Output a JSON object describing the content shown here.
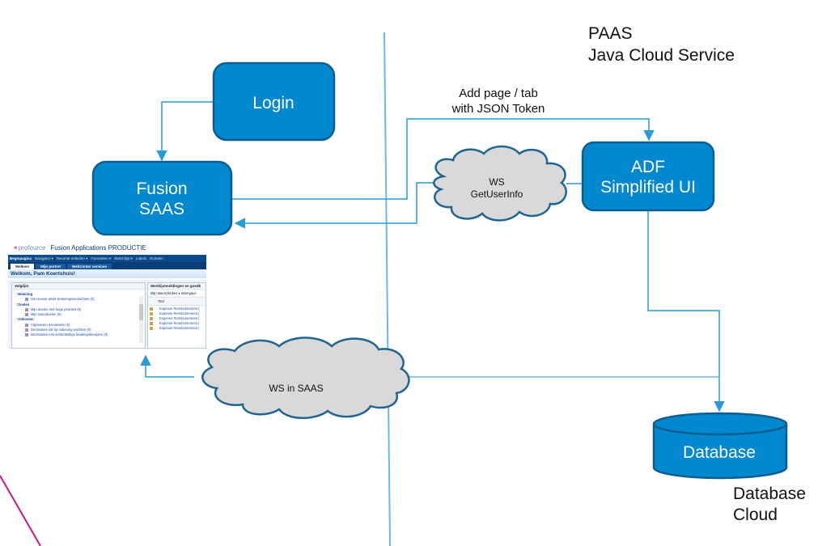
{
  "diagram": {
    "nodes": {
      "login": {
        "label": "Login"
      },
      "fusion_saas": {
        "line1": "Fusion",
        "line2": "SAAS"
      },
      "adf": {
        "line1": "ADF",
        "line2": "Simplified UI"
      },
      "database": {
        "label": "Database"
      }
    },
    "clouds": {
      "ws_getuserinfo": {
        "line1": "WS",
        "line2": "GetUserInfo"
      },
      "ws_in_saas": {
        "label": "WS in SAAS"
      }
    },
    "edge_labels": {
      "add_page": {
        "line1": "Add page / tab",
        "line2": "with JSON Token"
      }
    },
    "zone_labels": {
      "paas": {
        "line1": "PAAS",
        "line2": "Java Cloud Service"
      },
      "db_cloud": {
        "line1": "Database",
        "line2": "Cloud"
      }
    },
    "colors": {
      "node_fill": "#0288CE",
      "node_border": "#0C5E8F",
      "connector": "#2A9AD6",
      "cloud_fill": "#D9D9D9",
      "cloud_border": "#1F6591",
      "accent_line": "#C8198C"
    }
  },
  "fusion_screenshot": {
    "logo": "profource",
    "app_title": "Fusion Applications PRODUCTIE",
    "nav_items": [
      "Beginpagina",
      "Navigator ▾",
      "Recente artikelen ▾",
      "Favorieten ▾",
      "Watchlijst ▾",
      "Labels",
      "Ruimten"
    ],
    "tabs": [
      "Welkom",
      "Mijn portret",
      "WebCenter services"
    ],
    "welcome": "Welkom, Pam Koertshuis!",
    "watchlist": {
      "title": "Volglijst",
      "groups": [
        {
          "name": "Beloning",
          "items": [
            "Uw nieuwe totale beloningsoverzichten (0)"
          ]
        },
        {
          "name": "Doelen",
          "items": [
            "Mijn doelen met hoge prioriteit (0)",
            "Mijn niacodoelen (0)"
          ]
        },
        {
          "name": "Onkosten",
          "items": [
            "Afgewezen declaraties (0)",
            "Declaraties die op indiening wachten (0)",
            "Declaraties met achterstallige betalingsbewijzen (0)"
          ]
        }
      ]
    },
    "worklist": {
      "title": "Werklijstmeldingen en goedk",
      "toolbar": "Mijn taken(Stukes ▾   Weergave",
      "column": "Titel",
      "rows": [
        "Expense Reimbursement (",
        "Expense Reimbursement (",
        "Expense Reimbursement (",
        "Expense Reimbursement (",
        "Expense Reimbursement ("
      ]
    }
  }
}
